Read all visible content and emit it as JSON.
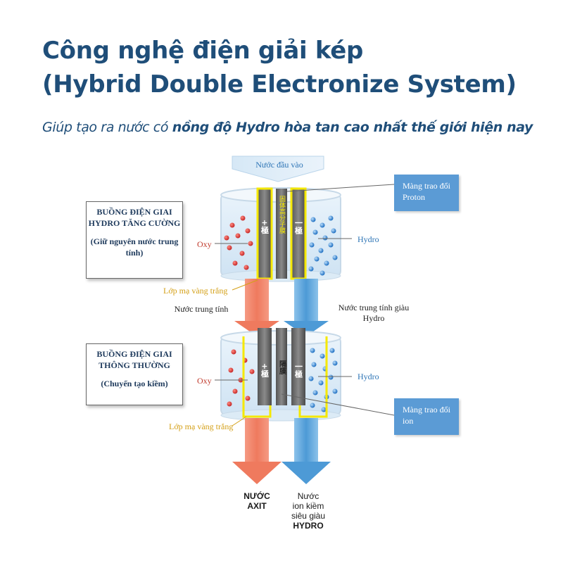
{
  "header": {
    "title_line1": "Công nghệ điện giải kép",
    "title_line2": "(Hybrid Double Electronize System)",
    "subtitle_normal": "Giúp tạo ra nước có ",
    "subtitle_bold": "nồng độ Hydro hòa tan cao nhất thế giới hiện nay"
  },
  "diagram": {
    "inlet_label": "Nước đầu vào",
    "top_chamber": {
      "box_title": "BUỒNG ĐIỆN GIAI HYDRO TĂNG CƯỜNG",
      "box_note": "(Giữ nguyên nước trung tính)",
      "oxy": "Oxy",
      "hydro": "Hydro",
      "plus_electrode": "+極",
      "minus_electrode": "一極",
      "membrane": "固体高分子膜",
      "membrane_callout": "Màng trao đổi Proton",
      "coating": "Lớp mạ vàng trắng"
    },
    "mid": {
      "neutral_water": "Nước trung tính",
      "hydro_rich_water": "Nước trung tính giàu Hydro"
    },
    "bottom_chamber": {
      "box_title": "BUỒNG ĐIỆN GIAI THÔNG THƯỜNG",
      "box_note": "(Chuyển tạo kiềm)",
      "oxy": "Oxy",
      "hydro": "Hydro",
      "plus_electrode": "+極",
      "minus_electrode": "一極",
      "membrane": "隔膜",
      "membrane_callout": "Màng trao đổi ion",
      "coating": "Lớp mạ vàng trắng"
    },
    "outputs": {
      "acid_line1": "NƯỚC",
      "acid_line2": "AXIT",
      "alk_line1": "Nước",
      "alk_line2": "ion kiềm",
      "alk_line3": "siêu giàu",
      "alk_line4": "HYDRO"
    },
    "colors": {
      "title": "#1f4e79",
      "acid_arrow": "#f2856b",
      "alkaline_arrow": "#6aaee0",
      "callout_box": "#5b9bd5",
      "oxygen": "#d9534f",
      "hydrogen": "#4a90d9",
      "coating": "#f5e800"
    }
  }
}
